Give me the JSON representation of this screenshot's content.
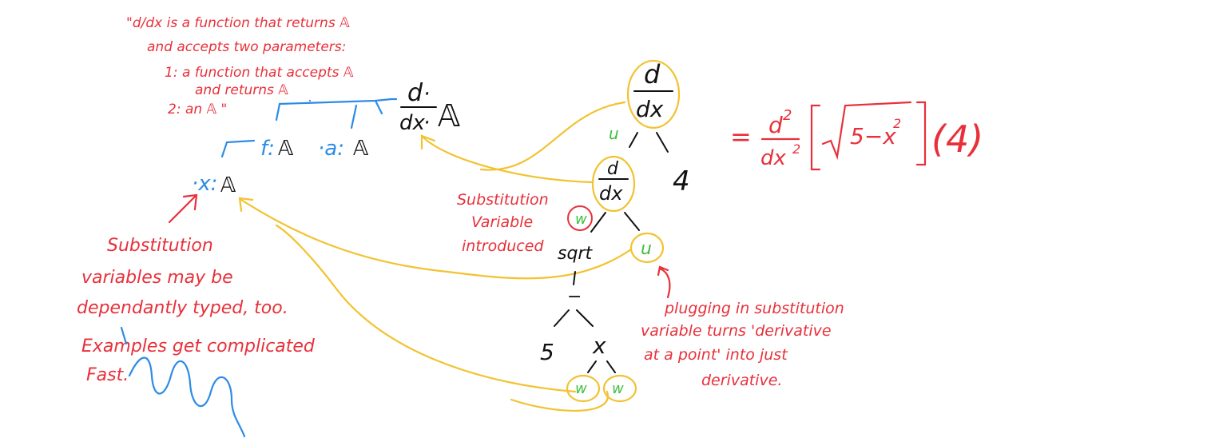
{
  "note_top": {
    "line1": "\"d/dx is a function that returns 𝔸",
    "line2": "and accepts two parameters:",
    "line3": "1: a function that accepts 𝔸",
    "line4": "and returns 𝔸",
    "line5": "2: an 𝔸 \""
  },
  "type_sig": {
    "d": "d",
    "dot": "·",
    "dx": "dx",
    "A": "𝔸",
    "f": "f:",
    "a": "·a:",
    "x": "·x:"
  },
  "tree": {
    "root_num": "d",
    "root_den": "dx",
    "inner_num": "d",
    "inner_den": "dx",
    "four": "4",
    "sqrt": "sqrt",
    "minus": "−",
    "five": "5",
    "x": "x",
    "u": "u",
    "w": "w"
  },
  "equation": {
    "eq": "=",
    "d": "d",
    "sup2": "2",
    "dx": "dx",
    "radicand": "5−x",
    "arg": "(4)"
  },
  "note_subst": {
    "line1": "Substitution",
    "line2": "Variable",
    "line3": "introduced"
  },
  "note_left": {
    "line1": "Substitution",
    "line2": "variables may be",
    "line3": "dependantly typed, too.",
    "line4": "Examples get complicated",
    "line5": "Fast."
  },
  "note_plug": {
    "line1": "plugging in substitution",
    "line2": "variable turns 'derivative",
    "line3": "at a point' into just",
    "line4": "derivative."
  },
  "colors": {
    "red": "#e8303a",
    "blue": "#2c8ce6",
    "yellow": "#f2c230",
    "green": "#3fbf3f",
    "black": "#111111"
  }
}
